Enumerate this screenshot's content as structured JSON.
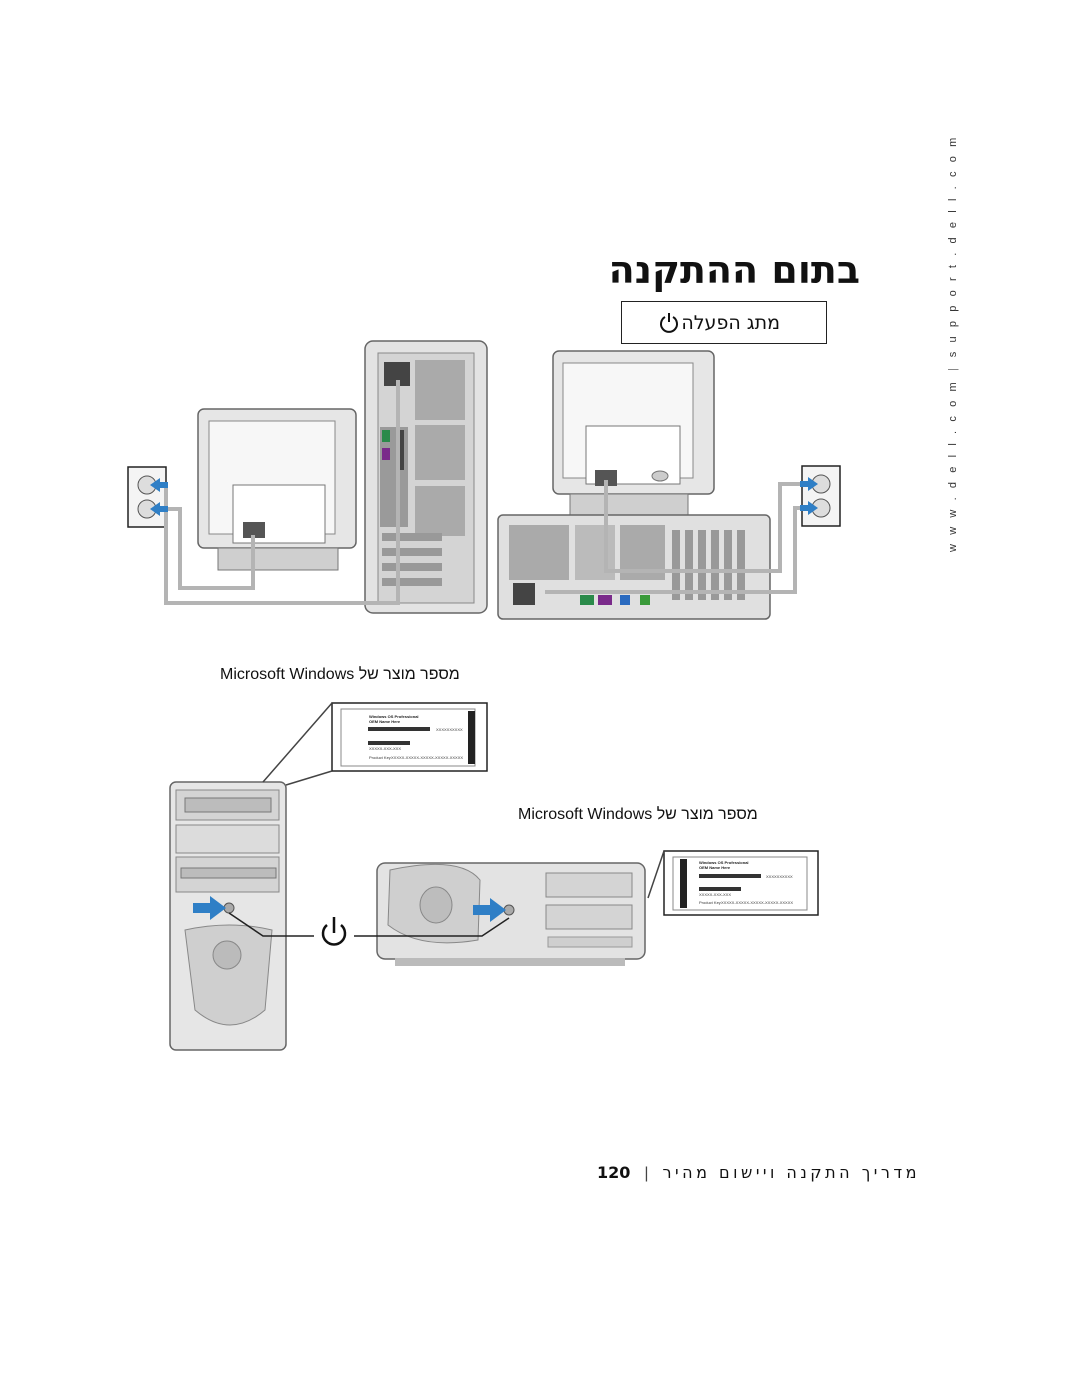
{
  "side_url": {
    "part1": "w w w . d e l l . c o m",
    "separator": "|",
    "part2": "s u p p o r t . d e l l . c o m"
  },
  "title": "בתום ההתקנה",
  "power_box": {
    "label": "מתג הפעלה",
    "icon": "power-icon"
  },
  "captions": {
    "top": "Microsoft Windows מספר מוצר של",
    "bottom": "Microsoft Windows מספר מוצר של"
  },
  "coa_label": {
    "os_name": "Windows OS Professional",
    "oem": "OEM Name Here",
    "product_key_label": "Product Key",
    "product_key": "XXXXX-XXXXX-XXXXX-XXXXX-XXXXX",
    "serial_right": "XXXXXXXXXX",
    "serial_mid": "XXXXX-XXX-XXX",
    "side_code": "XXX-XXXXX"
  },
  "footer": {
    "text": "מדריך התקנה ויישום מהיר",
    "separator": "|",
    "page_number": "120"
  },
  "colors": {
    "cable": "#b4b4b4",
    "arrow": "#2f7fc6",
    "device_light": "#e2e2e2",
    "device_mid": "#c6c6c6",
    "device_dark": "#8e8e8e"
  }
}
